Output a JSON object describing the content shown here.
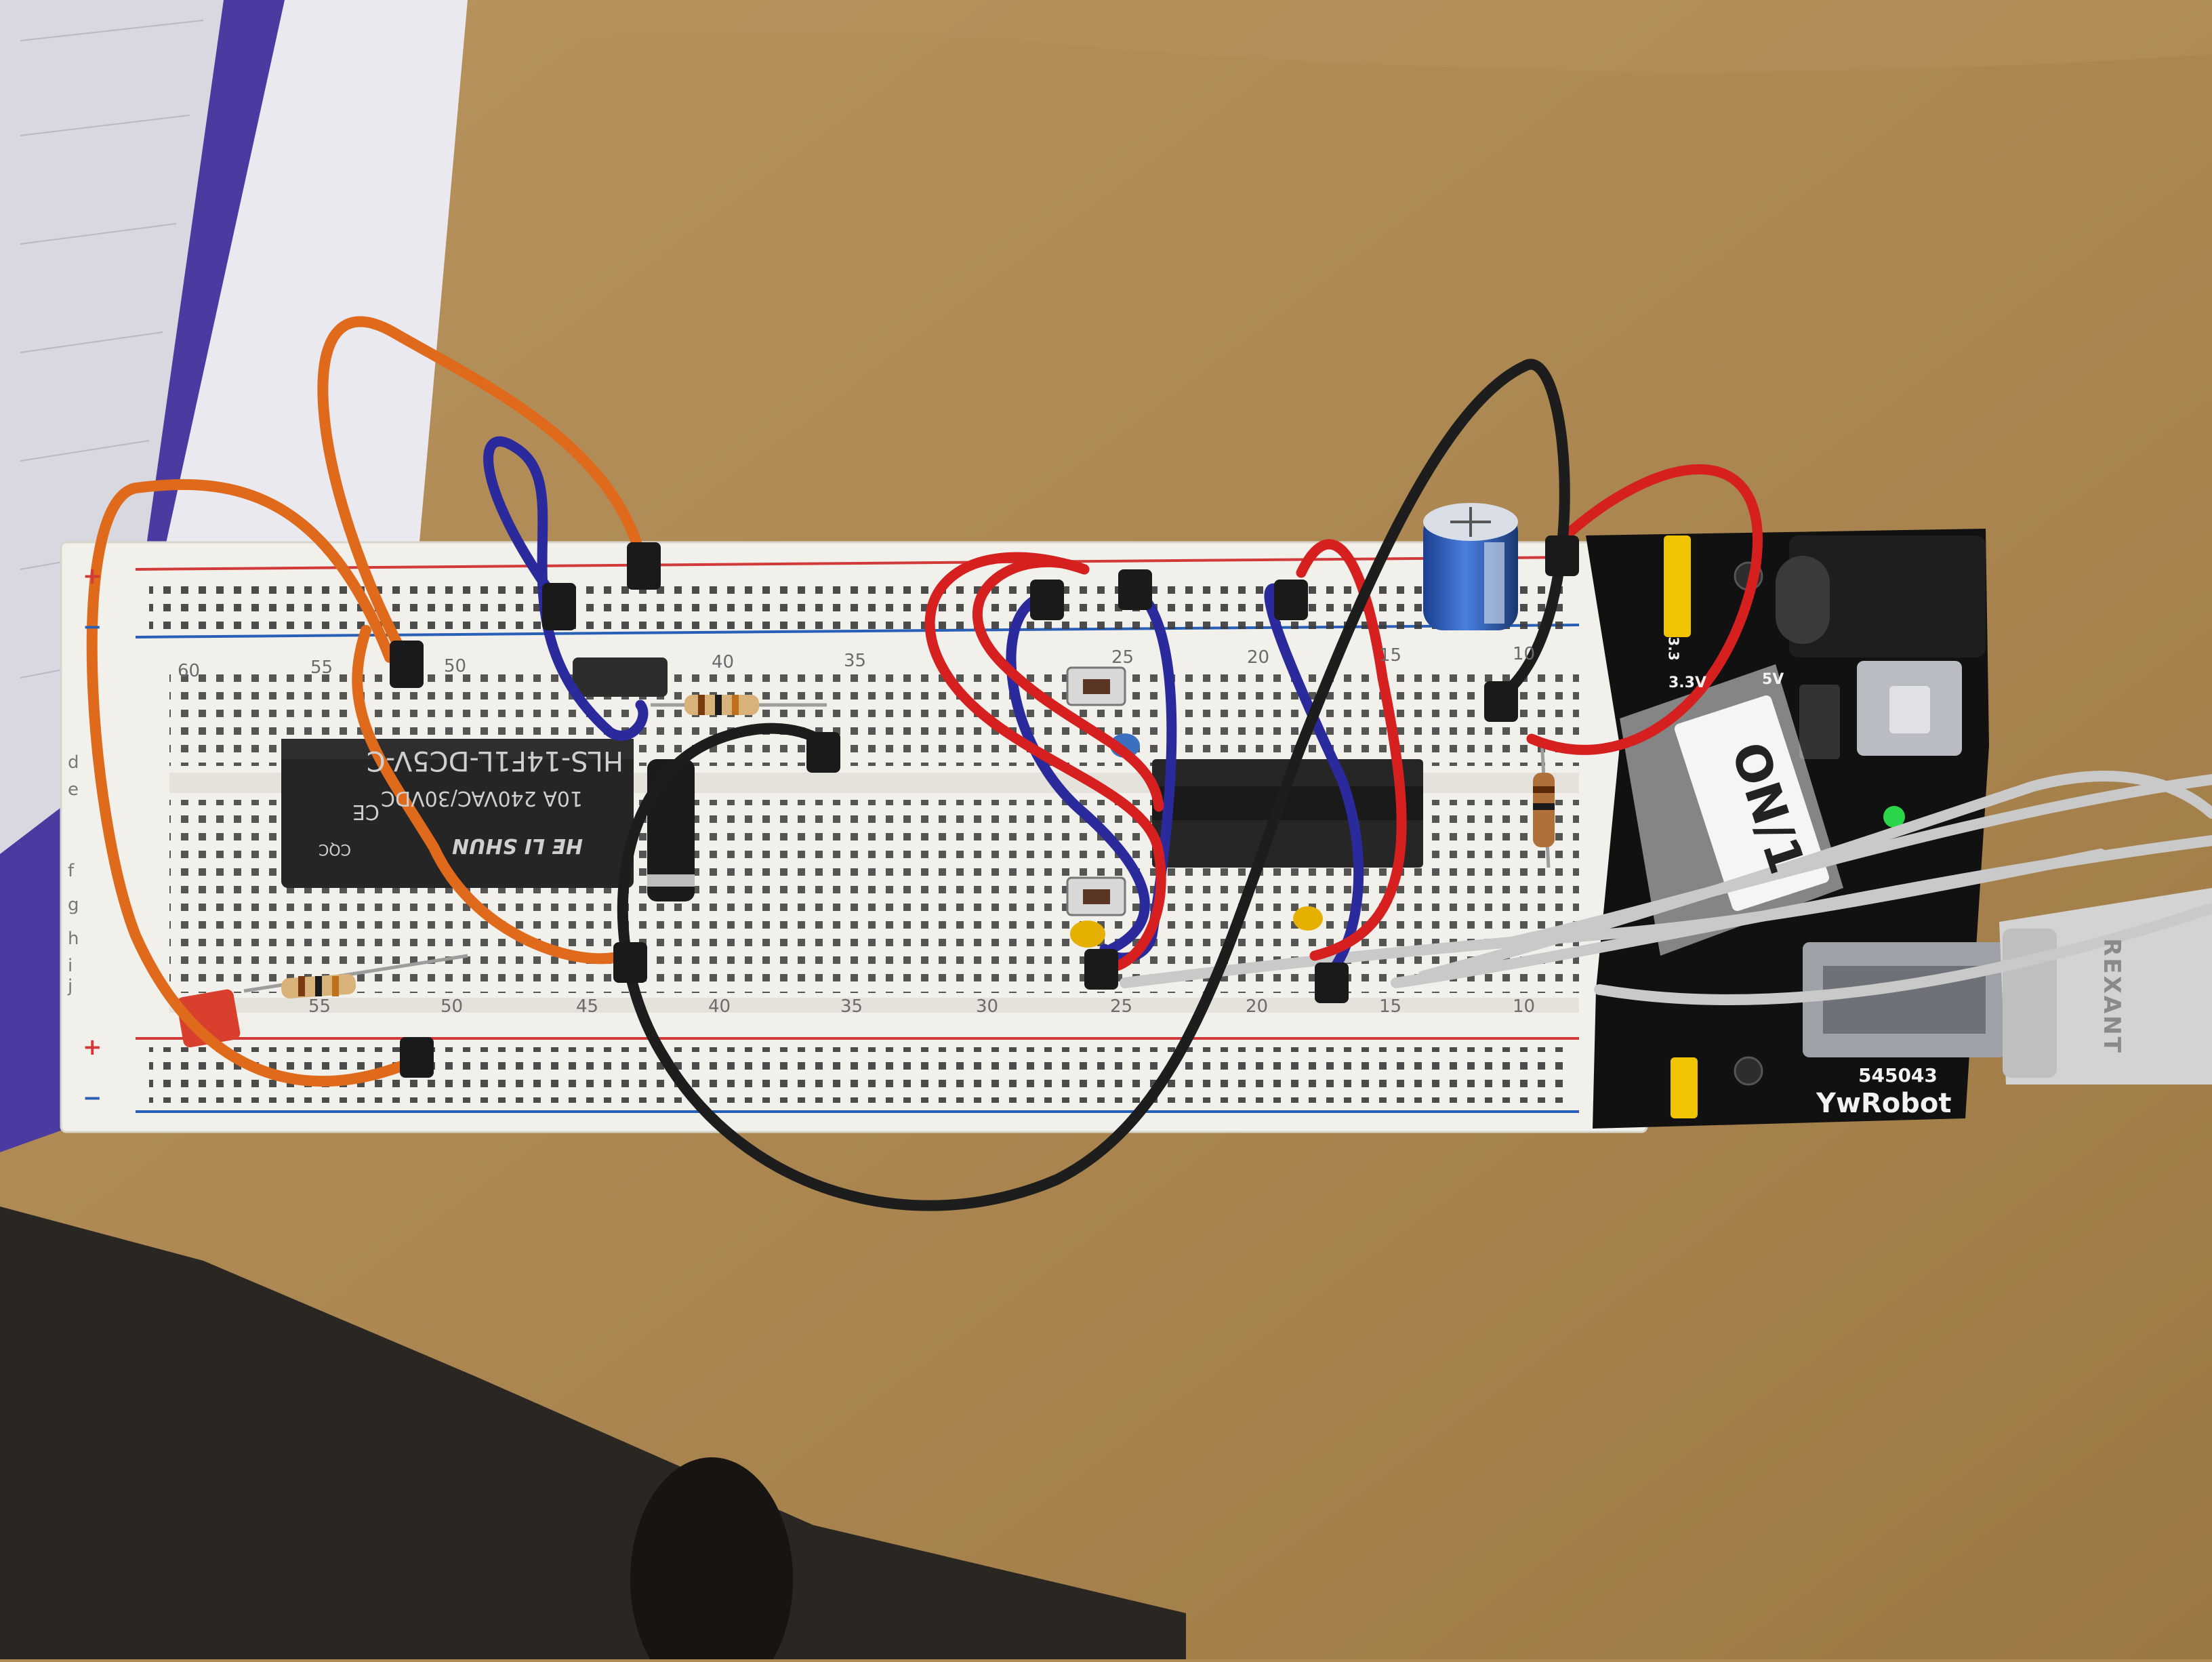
{
  "scene": {
    "description_colors": {
      "desk": "#b08a55",
      "breadboard": "#f1f0ea",
      "rail_red": "#d23a3a",
      "rail_blue": "#2a5fb8",
      "wire_orange": "#e06a1c",
      "wire_red": "#d62020",
      "wire_blue": "#2b2a9c",
      "wire_black": "#1d1d1d",
      "wire_grey": "#c8c8c8",
      "psu_pcb": "#111111",
      "jumper_yellow": "#f0c400"
    }
  },
  "breadboard": {
    "top_numbers": [
      "60",
      "55",
      "50",
      "40",
      "35",
      "25",
      "20",
      "15",
      "10"
    ],
    "bottom_numbers": [
      "55",
      "50",
      "45",
      "40",
      "35",
      "30",
      "25",
      "20",
      "15",
      "10"
    ],
    "rail_plus": "+",
    "rail_minus": "−",
    "row_letters": [
      "e",
      "d",
      "f",
      "g",
      "h",
      "i",
      "j"
    ]
  },
  "relay": {
    "model": "HLS-14F1L-DC5V-C",
    "rating": "10A 240VAC/30VDC",
    "ce_mark": "CE",
    "cqc_mark": "CQC",
    "brand": "HE LI SHUN"
  },
  "power_module": {
    "part_number": "545043",
    "brand": "YwRobot",
    "label_3v3": "3.3V",
    "label_5v": "5V",
    "label_33": "3.3"
  },
  "tape_label": "ON/1",
  "usb_cable": {
    "brand": "REXANT"
  }
}
